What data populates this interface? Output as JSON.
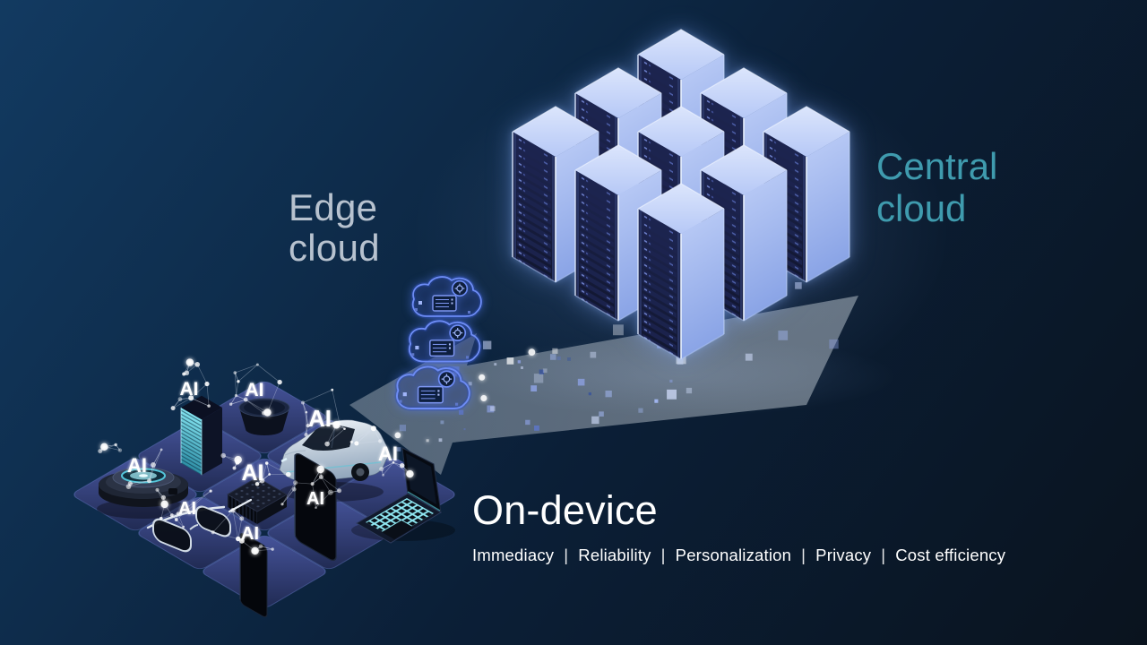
{
  "labels": {
    "edge_cloud": "Edge\ncloud",
    "central_cloud": "Central\ncloud",
    "on_device": "On-device",
    "ai": "AI"
  },
  "features": {
    "separator": "|",
    "items": [
      "Immediacy",
      "Reliability",
      "Personalization",
      "Privacy",
      "Cost efficiency"
    ]
  },
  "illustration": {
    "central_cloud": "server-rack-cluster-3x3",
    "edge_cloud": "cloud-server-icons-x3",
    "flow": "data-flow-arrow-to-devices",
    "devices": [
      "smart-speaker",
      "pc-tower",
      "car",
      "robot-vacuum",
      "ai-chip",
      "laptop",
      "tablet",
      "smart-glasses",
      "smartphone"
    ]
  },
  "icons": {
    "cloud_server_icon": "cloud outline containing server with secure badge",
    "ai_mesh_icon": "AI label with neural constellation dots"
  },
  "colors": {
    "background_top": "#123a61",
    "background_bottom": "#0a131e",
    "central_cloud_text": "#3f9bae",
    "edge_cloud_text": "#b7c2cf",
    "on_device_text": "#ffffff",
    "ai_text": "#ffffff",
    "rack_top": "#c9d8f9",
    "rack_side": "#a6bdf1",
    "rack_dark_face": "#1a2148",
    "cloud_icon_stroke": "#6d8cf5",
    "arrow_fill": "#aeb8c2",
    "tile_fill": "#2c3a72",
    "device_accent_teal": "#52c5d9"
  }
}
